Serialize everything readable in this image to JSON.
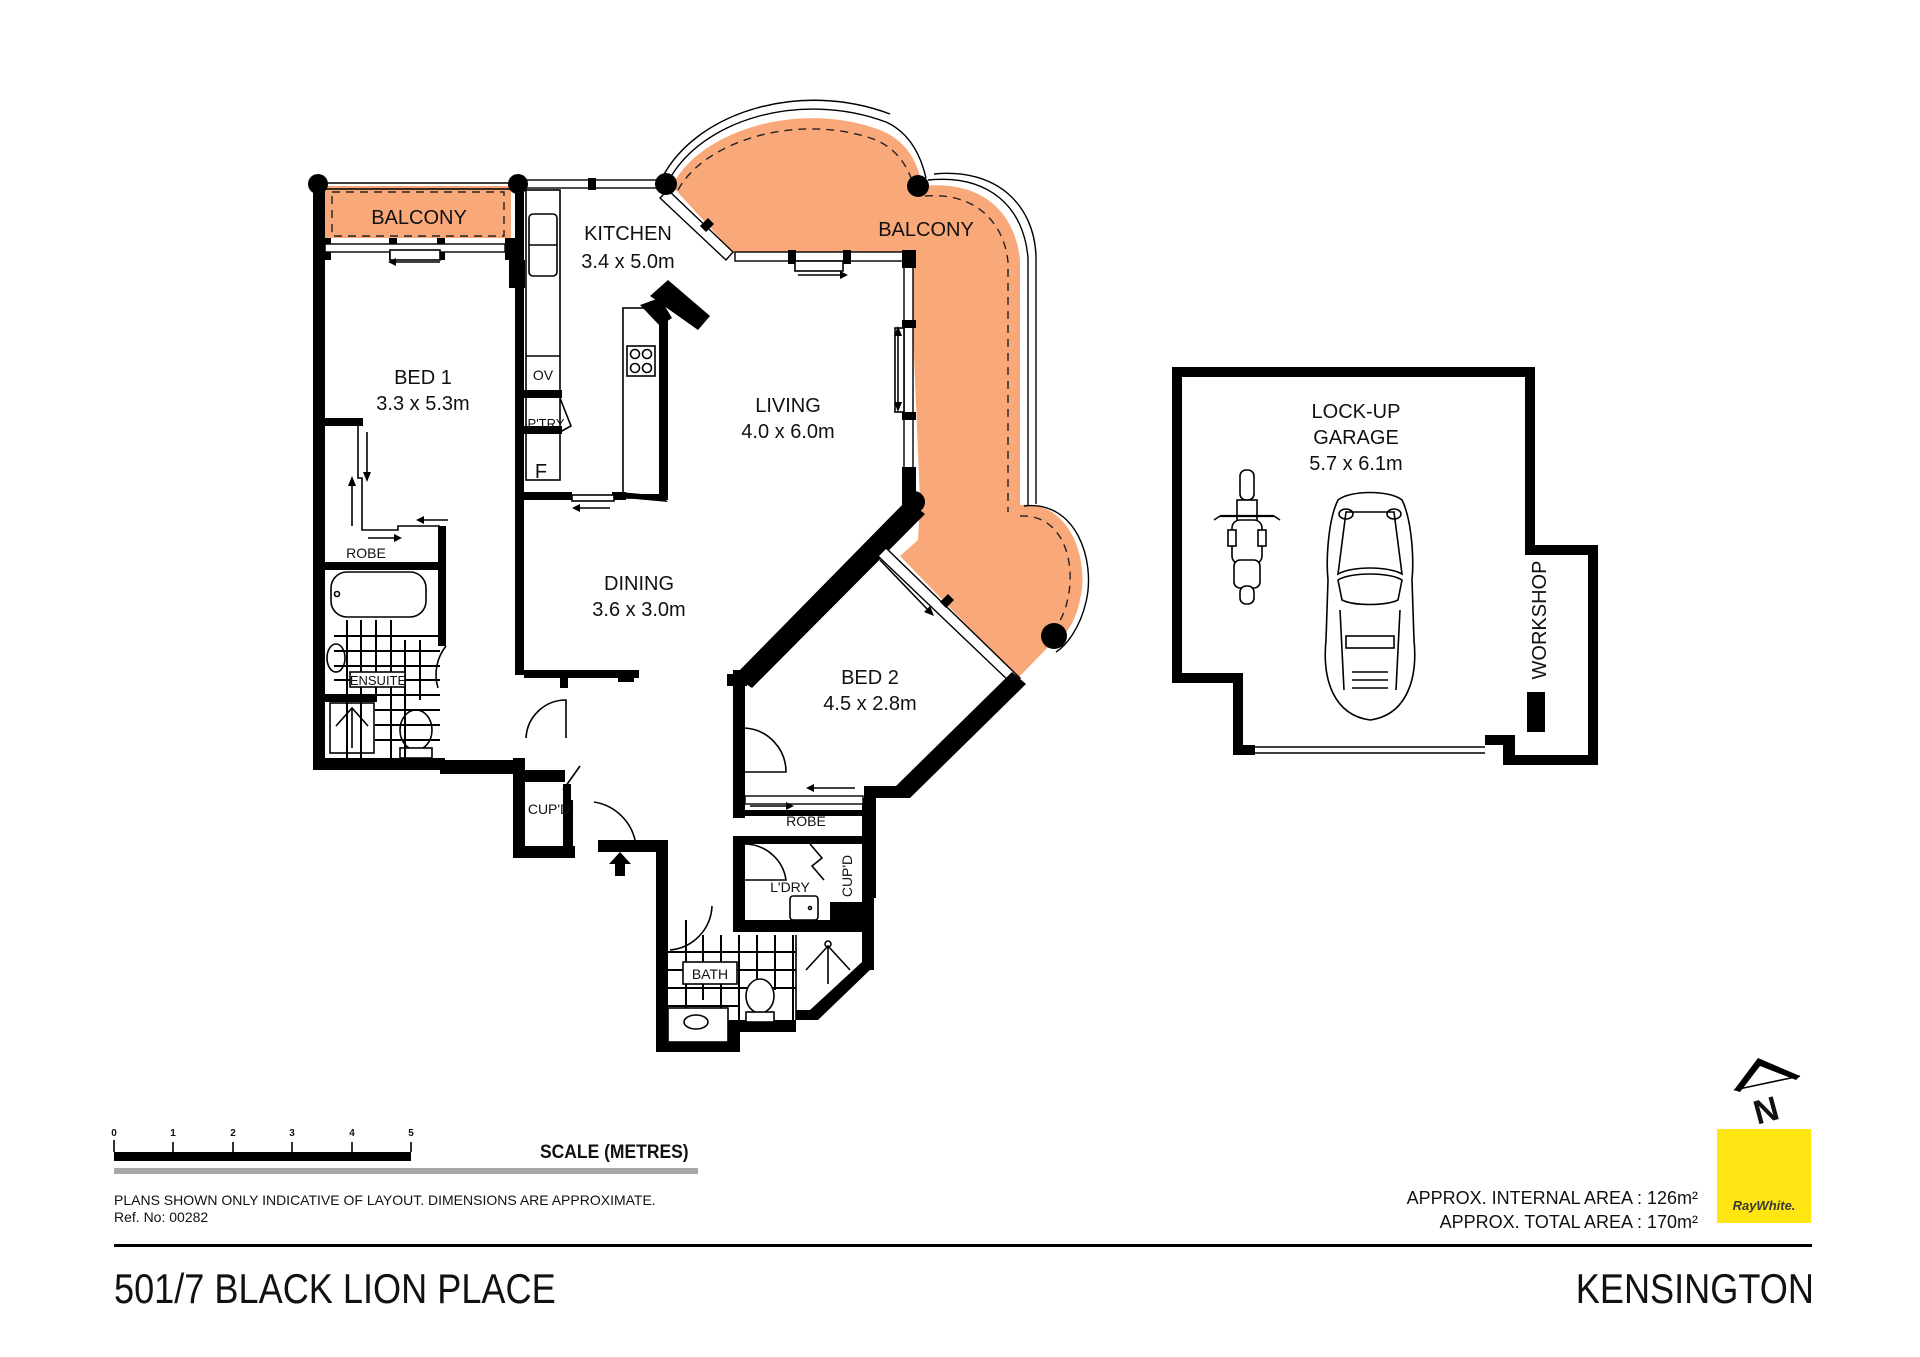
{
  "plan": {
    "rooms": {
      "balcony_small": {
        "name": "BALCONY"
      },
      "kitchen": {
        "name": "KITCHEN",
        "size": "3.4 x 5.0m"
      },
      "balcony_large": {
        "name": "BALCONY"
      },
      "bed1": {
        "name": "BED 1",
        "size": "3.3 x 5.3m"
      },
      "living": {
        "name": "LIVING",
        "size": "4.0 x 6.0m"
      },
      "dining": {
        "name": "DINING",
        "size": "3.6 x 3.0m"
      },
      "bed2": {
        "name": "BED 2",
        "size": "4.5 x 2.8m"
      },
      "robe_bed1": {
        "name": "ROBE"
      },
      "ensuite": {
        "name": "ENSUITE"
      },
      "robe_bed2": {
        "name": "ROBE"
      },
      "cupd_entry": {
        "name": "CUP'D"
      },
      "cupd_laundry": {
        "name": "CUP'D"
      },
      "laundry": {
        "name": "L'DRY"
      },
      "bath": {
        "name": "BATH"
      },
      "oven": {
        "name": "OV"
      },
      "pantry": {
        "name": "P'TRY"
      },
      "fridge": {
        "name": "F"
      },
      "garage": {
        "line1": "LOCK-UP",
        "line2": "GARAGE",
        "size": "5.7 x 6.1m"
      },
      "workshop": {
        "name": "WORKSHOP"
      }
    },
    "colors": {
      "balcony_fill": "#F9A979",
      "wall": "#000000",
      "brand_yellow": "#FFE512"
    }
  },
  "scale": {
    "ticks": [
      "0",
      "1",
      "2",
      "3",
      "4",
      "5"
    ],
    "title": "SCALE (METRES)"
  },
  "footer": {
    "disclaimer": "PLANS SHOWN ONLY INDICATIVE OF LAYOUT.  DIMENSIONS ARE APPROXIMATE.",
    "ref": "Ref. No: 00282",
    "internal_area": "APPROX. INTERNAL AREA : 126m²",
    "total_area": "APPROX. TOTAL AREA : 170m²",
    "address": "501/7 BLACK LION PLACE",
    "suburb": "KENSINGTON",
    "north_label": "N",
    "brand": "RayWhite."
  }
}
